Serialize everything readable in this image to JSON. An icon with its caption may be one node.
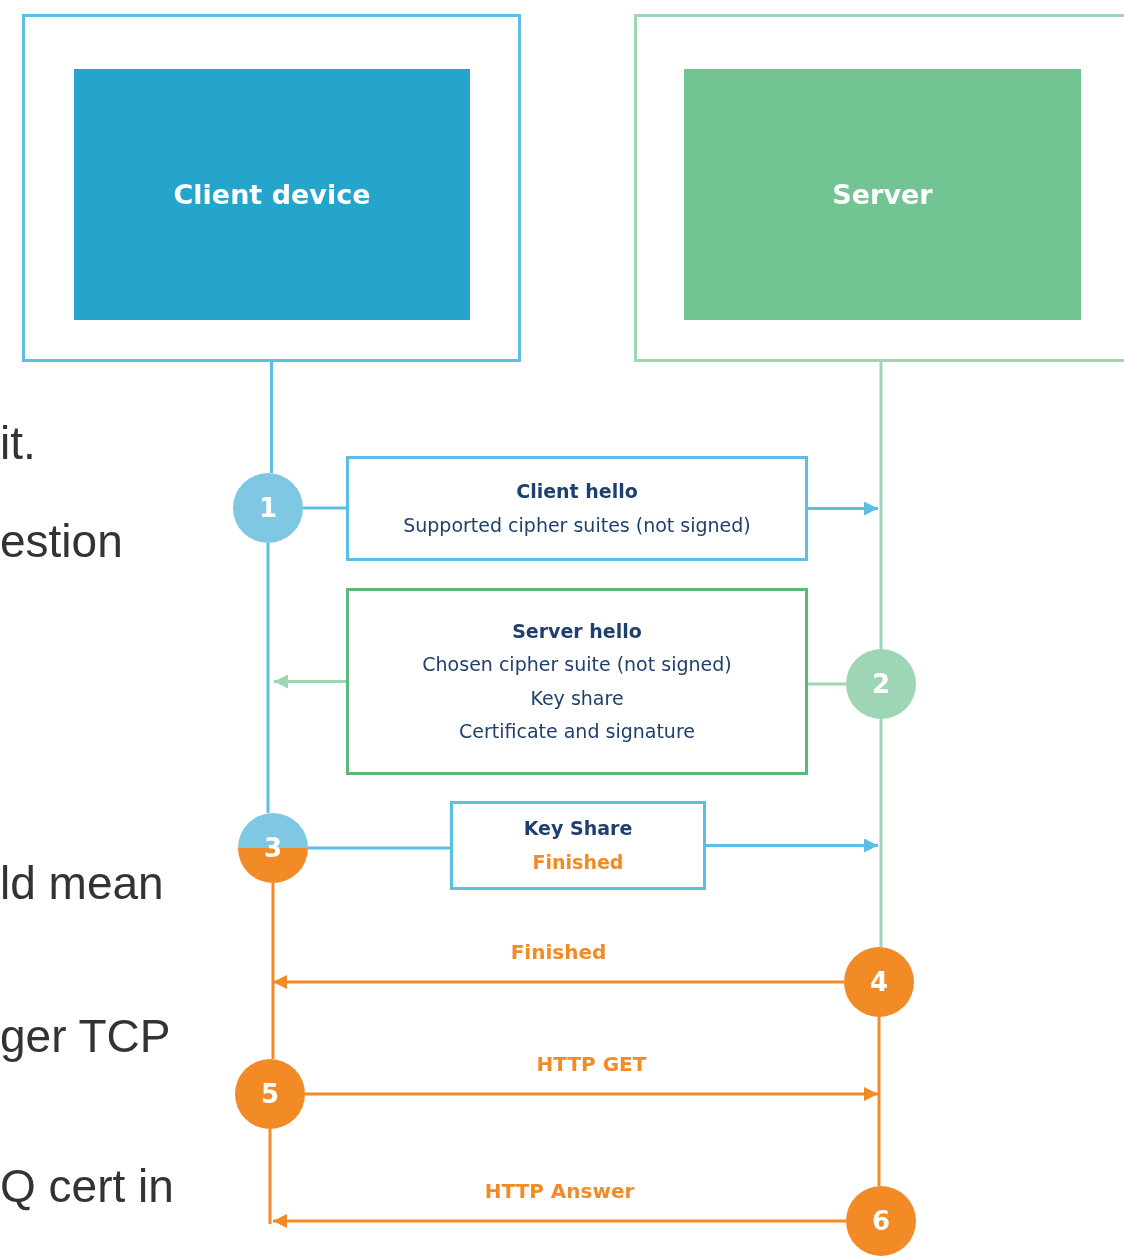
{
  "diagram": {
    "nodes": [
      {
        "text": [],
        "shape": "box"
      },
      {
        "text": [
          "Client device"
        ],
        "in": 0
      },
      {
        "text": [],
        "shape": "box"
      },
      {
        "text": [
          "Server"
        ],
        "in": 2
      },
      {
        "text": [
          "1"
        ]
      },
      {
        "text": [
          "Client hello",
          "Supported cipher suites (not signed)"
        ]
      },
      {
        "text": [
          "Server hello",
          "Chosen cipher suite (not signed)",
          "Key share",
          "Certificate and signature"
        ]
      },
      {
        "text": [
          "2"
        ]
      },
      {
        "text": [
          "3"
        ]
      },
      {
        "text": [
          "Key Share",
          "Finished"
        ]
      },
      {
        "text": [
          "4"
        ]
      },
      {
        "text": [
          "5"
        ]
      },
      {
        "text": [
          "6"
        ]
      }
    ],
    "edges": [
      {
        "from": 0,
        "to": 4,
        "arrow": "none",
        "color": "#5bbfe3"
      },
      {
        "from": 4,
        "to": 8,
        "arrow": "none",
        "color": "#5bbfe3"
      },
      {
        "from": 8,
        "to": 11,
        "arrow": "none",
        "color": "#f28a26"
      },
      {
        "from": 11,
        "to": null,
        "arrow": "none",
        "color": "#f28a26"
      },
      {
        "from": 2,
        "to": 7,
        "arrow": "none",
        "color": "#9fd4b4"
      },
      {
        "from": 7,
        "to": 10,
        "arrow": "none",
        "color": "#9fd4b4"
      },
      {
        "from": 10,
        "to": 12,
        "arrow": "none",
        "color": "#f28a26"
      },
      {
        "from": 4,
        "to": 5,
        "arrow": "none",
        "color": "#5bbfe3"
      },
      {
        "from": 5,
        "to": null,
        "arrow": "to",
        "color": "#5bbfe3"
      },
      {
        "from": 7,
        "to": 6,
        "arrow": "none",
        "color": "#9fd4b4"
      },
      {
        "from": 6,
        "to": null,
        "arrow": "to",
        "color": "#9fd4b4"
      },
      {
        "from": 8,
        "to": 9,
        "arrow": "none",
        "color": "#5bbfe3"
      },
      {
        "from": 9,
        "to": null,
        "arrow": "to",
        "color": "#5bbfe3"
      },
      {
        "from": 10,
        "to": null,
        "arrow": "to",
        "label": "Finished",
        "color": "#f28a26"
      },
      {
        "from": 11,
        "to": null,
        "arrow": "to",
        "label": "HTTP GET",
        "color": "#f28a26"
      },
      {
        "from": 12,
        "to": null,
        "arrow": "to",
        "label": "HTTP Answer",
        "color": "#f28a26"
      }
    ],
    "labels": [
      "it.",
      "estion",
      "ld mean",
      "ger TCP",
      "Q cert in"
    ]
  }
}
